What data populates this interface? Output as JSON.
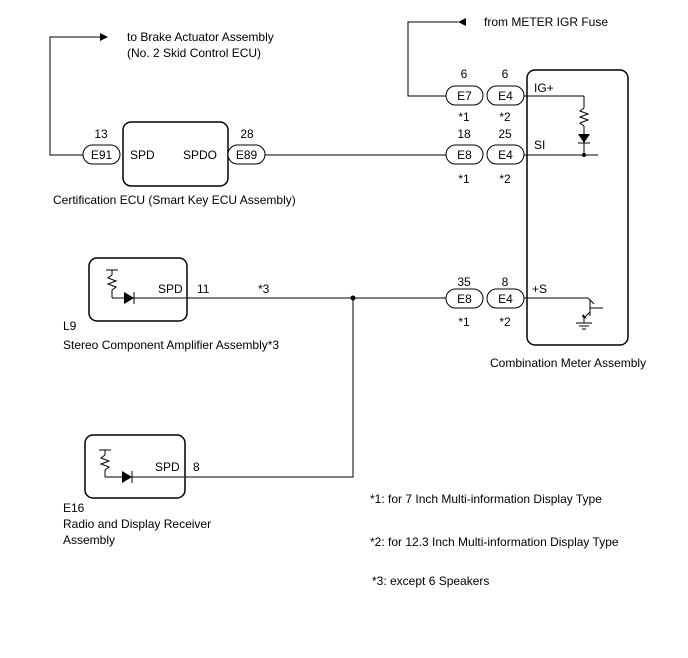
{
  "texts": {
    "to_brake": "to Brake Actuator Assembly",
    "no2_skid": "(No. 2 Skid Control ECU)",
    "from_meter": "from METER IGR Fuse",
    "cert_ecu": "Certification ECU (Smart Key ECU Assembly)",
    "stereo_code": "L9",
    "stereo_name": "Stereo Component Amplifier Assembly*3",
    "combo_name": "Combination Meter Assembly",
    "radio_code": "E16",
    "radio_name1": "Radio and Display Receiver",
    "radio_name2": "Assembly",
    "note1": "*1: for 7 Inch Multi-information Display Type",
    "note2": "*2: for 12.3 Inch Multi-information Display Type",
    "note3": "*3: except 6 Speakers",
    "wire_note3": "*3"
  },
  "cert": {
    "in_pin": "13",
    "in_conn": "E91",
    "in_label": "SPD",
    "out_label": "SPDO",
    "out_pin": "28",
    "out_conn": "E89"
  },
  "stereo": {
    "label": "SPD",
    "pin": "11"
  },
  "radio": {
    "label": "SPD",
    "pin": "8"
  },
  "meter_rows": [
    {
      "pin_a": "6",
      "conn_a": "E7",
      "pin_b": "6",
      "conn_b": "E4",
      "note_a": "*1",
      "note_b": "*2",
      "terminal": "IG+"
    },
    {
      "pin_a": "18",
      "conn_a": "E8",
      "pin_b": "25",
      "conn_b": "E4",
      "note_a": "*1",
      "note_b": "*2",
      "terminal": "SI"
    },
    {
      "pin_a": "35",
      "conn_a": "E8",
      "pin_b": "8",
      "conn_b": "E4",
      "note_a": "*1",
      "note_b": "*2",
      "terminal": "+S"
    }
  ]
}
